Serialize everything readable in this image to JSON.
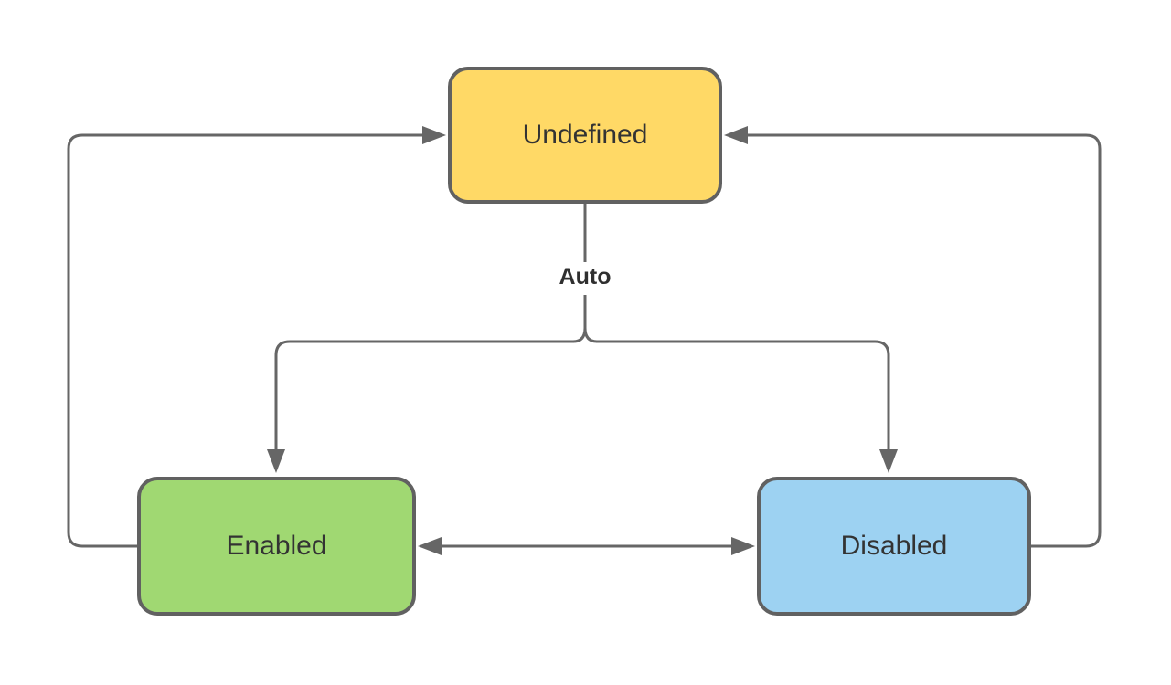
{
  "diagram": {
    "title": "state-transition-diagram",
    "nodes": [
      {
        "id": "undefined",
        "label": "Undefined",
        "fill": "#FFD966"
      },
      {
        "id": "enabled",
        "label": "Enabled",
        "fill": "#A0D872"
      },
      {
        "id": "disabled",
        "label": "Disabled",
        "fill": "#9DD2F2"
      }
    ],
    "edges": [
      {
        "from": "enabled",
        "to": "undefined",
        "label": "",
        "arrow": "into-undefined-left"
      },
      {
        "from": "disabled",
        "to": "undefined",
        "label": "",
        "arrow": "into-undefined-right"
      },
      {
        "from": "undefined",
        "to": "enabled",
        "label": "Auto",
        "arrow": "down-into-enabled"
      },
      {
        "from": "undefined",
        "to": "disabled",
        "label": "Auto",
        "arrow": "down-into-disabled"
      },
      {
        "from": "enabled",
        "to": "disabled",
        "label": "",
        "arrow": "double-headed"
      }
    ],
    "edge_label": "Auto",
    "colors": {
      "stroke": "#666666",
      "node_border": "#616161",
      "text": "#333333",
      "undefined_fill": "#FFD966",
      "enabled_fill": "#A0D872",
      "disabled_fill": "#9DD2F2",
      "background": "#ffffff"
    }
  }
}
